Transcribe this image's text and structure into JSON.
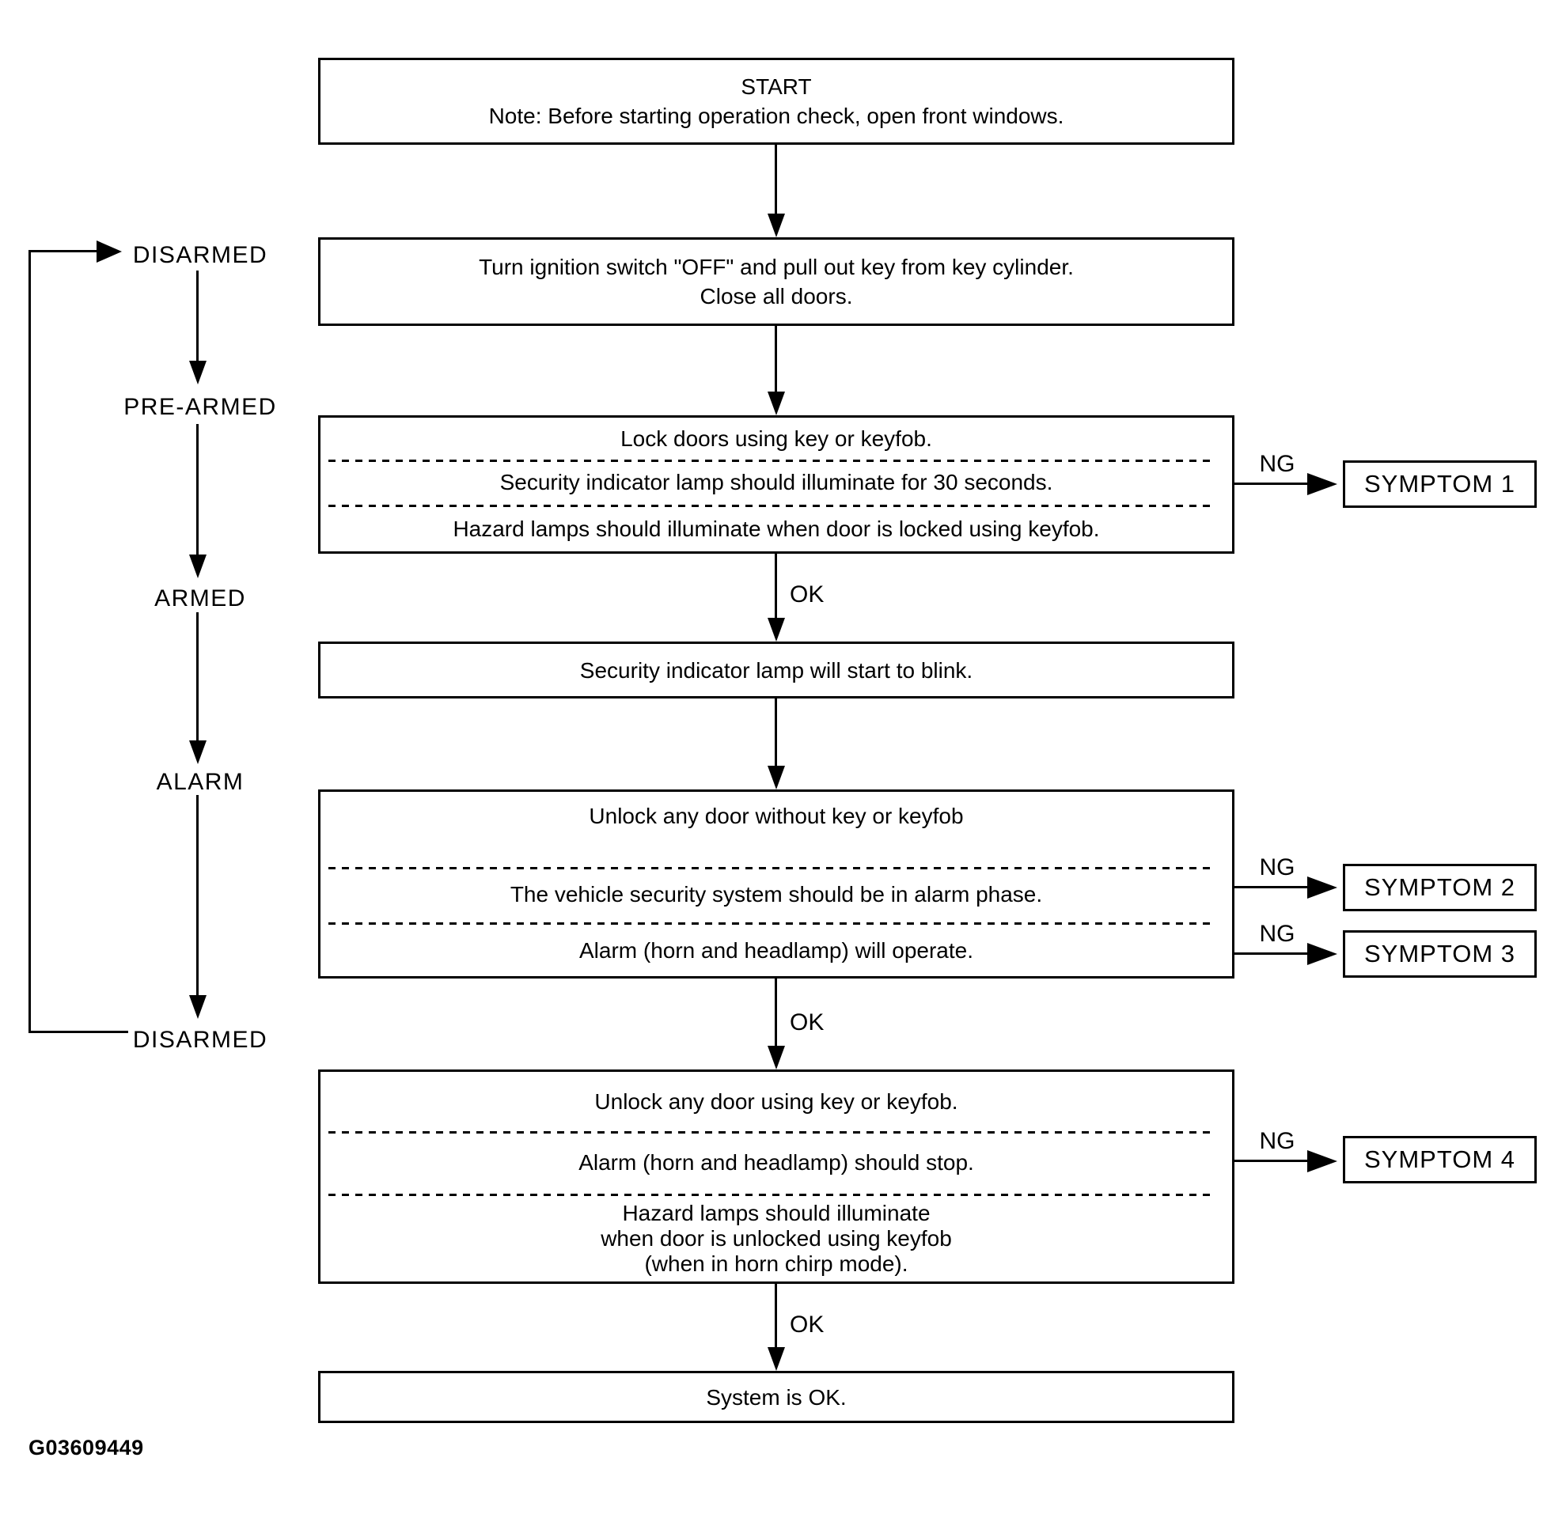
{
  "labels": {
    "ok": "OK",
    "ng": "NG"
  },
  "states": {
    "disarmed_top": "DISARMED",
    "pre_armed": "PRE-ARMED",
    "armed": "ARMED",
    "alarm": "ALARM",
    "disarmed_bottom": "DISARMED"
  },
  "boxes": {
    "start": {
      "title": "START",
      "note": "Note: Before starting operation check, open front windows."
    },
    "ignition": {
      "line1": "Turn ignition switch \"OFF\" and pull out key from key cylinder.",
      "line2": "Close all doors."
    },
    "lock": {
      "row1": "Lock doors using key or keyfob.",
      "row2": "Security indicator lamp should illuminate for 30 seconds.",
      "row3": "Hazard lamps should illuminate when door is locked using keyfob."
    },
    "blink": {
      "row1": "Security indicator lamp will start to blink."
    },
    "unlock_without_key": {
      "row1": "Unlock any door without key or keyfob",
      "row2": "The vehicle security system should be in alarm phase.",
      "row3": "Alarm (horn and headlamp) will operate."
    },
    "unlock_with_key": {
      "row1": "Unlock any door using key or keyfob.",
      "row2": "Alarm (horn and headlamp) should stop.",
      "row3_line1": "Hazard lamps should illuminate",
      "row3_line2": "when door is unlocked using keyfob",
      "row3_line3": "(when in horn chirp mode)."
    },
    "system_ok": {
      "row1": "System is OK."
    }
  },
  "symptoms": [
    {
      "label": "SYMPTOM 1"
    },
    {
      "label": "SYMPTOM 2"
    },
    {
      "label": "SYMPTOM 3"
    },
    {
      "label": "SYMPTOM 4"
    }
  ],
  "figure_id": "G03609449"
}
